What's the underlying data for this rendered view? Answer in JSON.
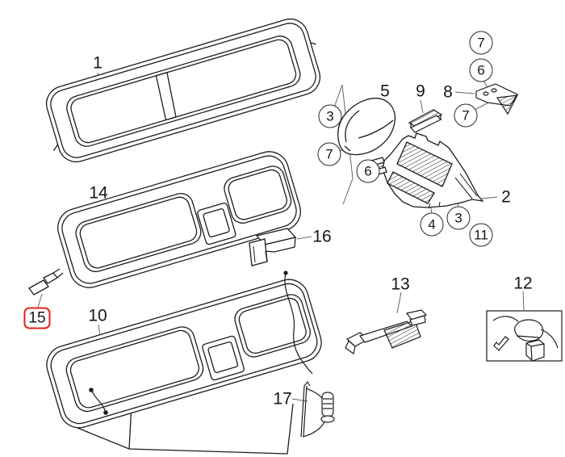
{
  "diagram": {
    "description": "exploded parts diagram - rear parcel shelf assembly",
    "colors": {
      "background": "#ffffff",
      "line": "#1c1c1c",
      "leader": "#666666",
      "highlight_box": "#e2231a"
    },
    "labels": [
      {
        "id": "part-1",
        "text": "1",
        "style": "plain"
      },
      {
        "id": "part-14",
        "text": "14",
        "style": "plain"
      },
      {
        "id": "part-16",
        "text": "16",
        "style": "plain"
      },
      {
        "id": "part-15",
        "text": "15",
        "style": "highlight"
      },
      {
        "id": "part-10",
        "text": "10",
        "style": "plain"
      },
      {
        "id": "part-17",
        "text": "17",
        "style": "plain"
      },
      {
        "id": "part-5",
        "text": "5",
        "style": "plain"
      },
      {
        "id": "part-9",
        "text": "9",
        "style": "plain"
      },
      {
        "id": "part-8",
        "text": "8",
        "style": "plain"
      },
      {
        "id": "part-2",
        "text": "2",
        "style": "plain"
      },
      {
        "id": "part-13",
        "text": "13",
        "style": "plain"
      },
      {
        "id": "part-12",
        "text": "12",
        "style": "plain"
      },
      {
        "id": "part-3-left",
        "text": "3",
        "style": "circle"
      },
      {
        "id": "part-7-left",
        "text": "7",
        "style": "circle"
      },
      {
        "id": "part-6-left",
        "text": "6",
        "style": "circle"
      },
      {
        "id": "part-7-top-right",
        "text": "7",
        "style": "circle"
      },
      {
        "id": "part-6-top-right",
        "text": "6",
        "style": "circle"
      },
      {
        "id": "part-7-right",
        "text": "7",
        "style": "circle"
      },
      {
        "id": "part-4",
        "text": "4",
        "style": "circle"
      },
      {
        "id": "part-3-right",
        "text": "3",
        "style": "circle"
      },
      {
        "id": "part-11",
        "text": "11",
        "style": "circle"
      }
    ]
  }
}
